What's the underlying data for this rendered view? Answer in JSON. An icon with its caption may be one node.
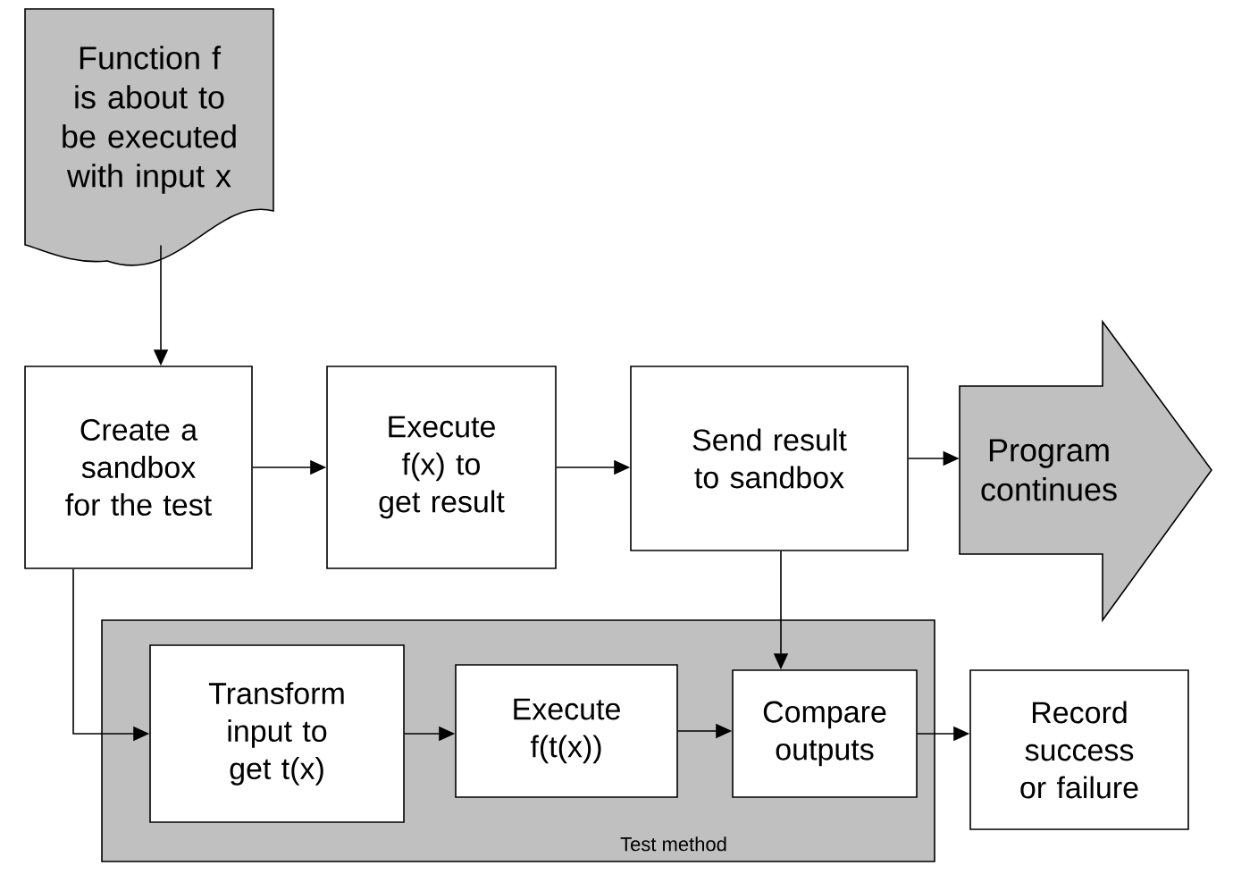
{
  "diagram": {
    "nodes": [
      {
        "text": [
          "Function f is about to be executed with input x"
        ]
      },
      {
        "text": [
          "Create a sandbox for the test"
        ]
      },
      {
        "text": [
          "Execute f(x) to get result"
        ]
      },
      {
        "text": [
          "Send result to sandbox"
        ]
      },
      {
        "text": [
          "Program continues"
        ]
      },
      {
        "text": [
          "Test method"
        ]
      },
      {
        "text": [
          "Transform input to get t(x)"
        ],
        "in": 5
      },
      {
        "text": [
          "Execute f(t(x))"
        ],
        "in": 5
      },
      {
        "text": [
          "Compare outputs"
        ],
        "in": 5
      },
      {
        "text": [
          "Record success or failure"
        ]
      }
    ],
    "edges": [
      {
        "from": 0,
        "to": 1,
        "arrow": "to"
      },
      {
        "from": 1,
        "to": 2,
        "arrow": "to"
      },
      {
        "from": 2,
        "to": 3,
        "arrow": "to"
      },
      {
        "from": 3,
        "to": 4,
        "arrow": "to"
      },
      {
        "from": 1,
        "to": 6,
        "arrow": "to"
      },
      {
        "from": 6,
        "to": 7,
        "arrow": "to"
      },
      {
        "from": 7,
        "to": 8,
        "arrow": "to"
      },
      {
        "from": 3,
        "to": 8,
        "arrow": "to"
      },
      {
        "from": 8,
        "to": 9,
        "arrow": "to"
      }
    ]
  }
}
